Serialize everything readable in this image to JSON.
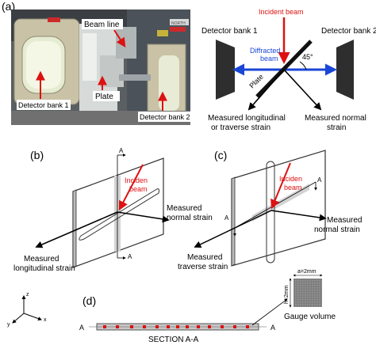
{
  "panel_a": {
    "letter": "(a)",
    "photo": {
      "beam_line": "Beam line",
      "plate": "Plate",
      "detector_bank_1": "Detector bank 1",
      "detector_bank_2": "Detector bank 2",
      "sticker": "NORTH"
    },
    "schematic": {
      "incident_beam": "Incident beam",
      "detector_bank_1": "Detector bank 1",
      "detector_bank_2": "Detector bank 2",
      "diffracted_beam_line1": "Diffracted",
      "diffracted_beam_line2": "beam",
      "angle": "45°",
      "plate": "Plate",
      "measured_longitudinal_line1": "Measured longitudinal",
      "measured_longitudinal_line2": "or traverse strain",
      "measured_normal_line1": "Measured normal",
      "measured_normal_line2": "strain"
    }
  },
  "panel_b": {
    "letter": "(b)",
    "section_top": "A",
    "section_bottom": "A",
    "incident_line1": "Inciden",
    "incident_line2": "beam",
    "normal_line1": "Measured",
    "normal_line2": "normal strain",
    "longitudinal_line1": "Measured",
    "longitudinal_line2": "longitudinal strain"
  },
  "panel_c": {
    "letter": "(c)",
    "section_right": "A",
    "section_left": "A",
    "incident_line1": "Inciden",
    "incident_line2": "beam",
    "normal_line1": "Measured",
    "normal_line2": "normal strain",
    "traverse_line1": "Measured",
    "traverse_line2": "traverse strain"
  },
  "axes": {
    "z": "z",
    "x": "x",
    "y": "y"
  },
  "panel_d": {
    "letter": "(d)",
    "a_left": "A",
    "a_right": "A",
    "width_label": "a=2mm",
    "height_label": "h=2mm",
    "gauge_volume": "Gauge volume",
    "section_label": "SECTION A-A"
  },
  "colors": {
    "beam_red": "#dd1111",
    "diffracted_blue": "#1a46d6",
    "detector_dark": "#2e2e2e",
    "gauge_gray": "#8a8a8a"
  }
}
